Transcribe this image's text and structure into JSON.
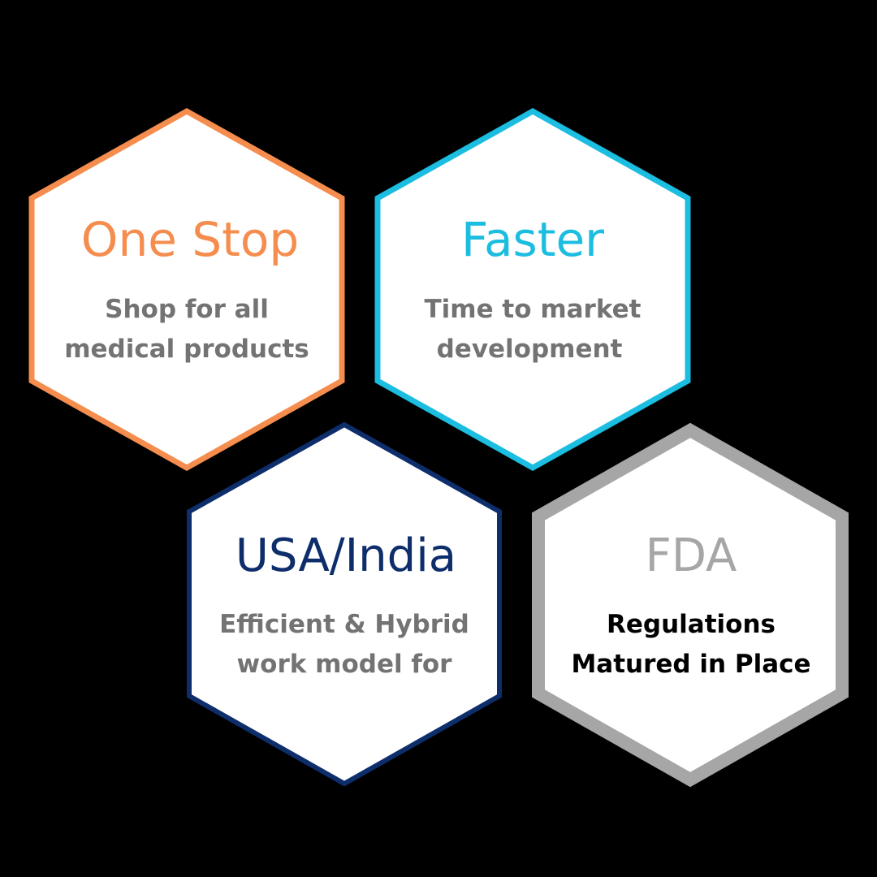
{
  "colors": {
    "background": "#000000",
    "hex_fill": "#ffffff",
    "orange": "#F58D4E",
    "cyan": "#1BBDE0",
    "navy": "#0E2D6B",
    "gray": "#A6A6A6",
    "body_gray": "#737373",
    "body_black": "#000000"
  },
  "hexagons": [
    {
      "id": "one-stop",
      "title": "One Stop",
      "lines": [
        "Shop for all",
        "medical products"
      ],
      "border_color": "#F58D4E",
      "title_color": "#F58D4E",
      "text_color": "#737373"
    },
    {
      "id": "faster",
      "title": "Faster",
      "lines": [
        "Time to market",
        "development"
      ],
      "border_color": "#1BBDE0",
      "title_color": "#1BBDE0",
      "text_color": "#737373"
    },
    {
      "id": "usa-india",
      "title": "USA/India",
      "lines": [
        "Efficient & Hybrid",
        "work model for"
      ],
      "border_color": "#0E2D6B",
      "title_color": "#0E2D6B",
      "text_color": "#737373"
    },
    {
      "id": "fda",
      "title": "FDA",
      "lines": [
        "Regulations",
        "Matured in Place"
      ],
      "border_color": "#A6A6A6",
      "title_color": "#A6A6A6",
      "text_color": "#000000"
    }
  ]
}
